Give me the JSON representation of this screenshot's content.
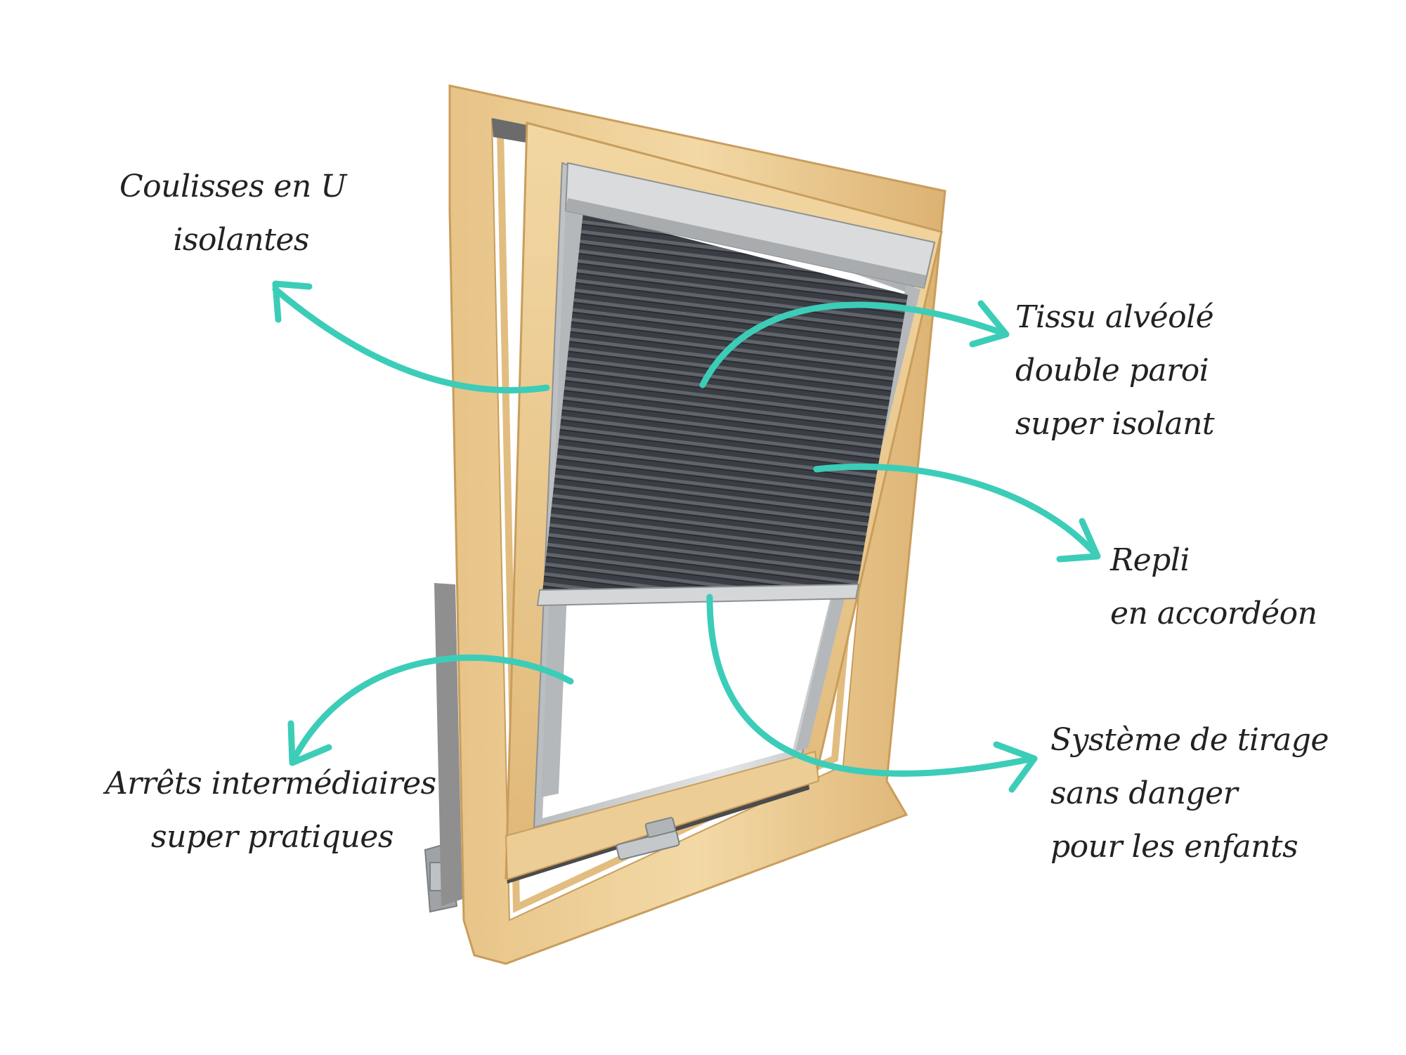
{
  "colors": {
    "arrow": "#3ccdb8",
    "wood": "#ecc98f",
    "wood_light": "#f6e2b7",
    "wood_dark": "#d8ac68",
    "aluminium": "#c9ccce",
    "fabric": "#3c3f45",
    "fabric_pleat": "#5b5f66",
    "label_text": "#222222"
  },
  "labels": {
    "coulisses": {
      "line1": "Coulisses en U",
      "line2": "isolantes"
    },
    "tissu": {
      "line1": "Tissu alvéolé",
      "line2": "double paroi",
      "line3": "super isolant"
    },
    "repli": {
      "line1": "Repli",
      "line2": "en accordéon"
    },
    "arrets": {
      "line1": "Arrêts intermédiaires",
      "line2": "super pratiques"
    },
    "systeme": {
      "line1": "Système de tirage",
      "line2": "sans danger",
      "line3": "pour les enfants"
    }
  }
}
